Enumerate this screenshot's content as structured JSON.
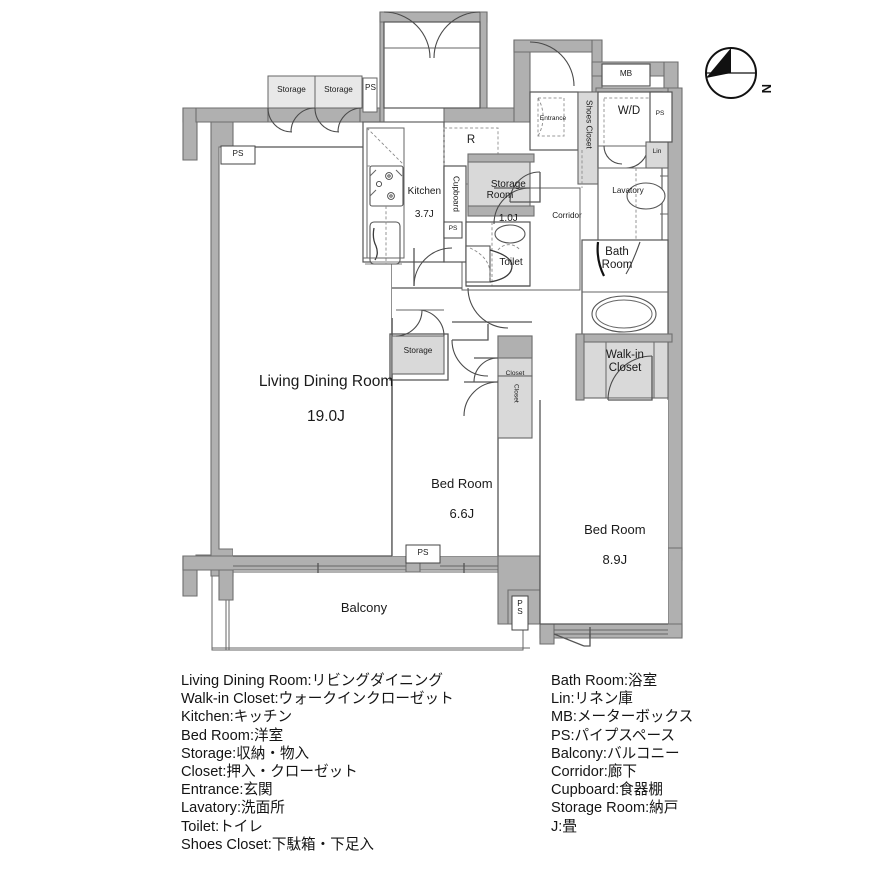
{
  "plan": {
    "title": "apartment-floor-plan",
    "compass": {
      "label": "N",
      "direction": "west-pointing-arrow"
    },
    "colors": {
      "wall_fill": "#b0b0b0",
      "wall_stroke": "#5a5a5a",
      "closet_fill": "#d9d9d9",
      "interior_fill": "#ffffff",
      "line": "#555555",
      "text": "#1a1a1a"
    },
    "rooms": [
      {
        "key": "living_dining",
        "name": "Living Dining Room",
        "area": "19.0J"
      },
      {
        "key": "kitchen",
        "name": "Kitchen",
        "area": "3.7J"
      },
      {
        "key": "bed_room_1",
        "name": "Bed Room",
        "area": "6.6J"
      },
      {
        "key": "bed_room_2",
        "name": "Bed Room",
        "area": "8.9J"
      },
      {
        "key": "storage_room",
        "name": "Storage\nRoom",
        "area": "1.0J"
      },
      {
        "key": "walk_in_closet",
        "name": "Walk-in\nCloset",
        "area": ""
      },
      {
        "key": "bath_room",
        "name": "Bath\nRoom",
        "area": ""
      },
      {
        "key": "lavatory",
        "name": "Lavatory",
        "area": ""
      },
      {
        "key": "toilet",
        "name": "Toilet",
        "area": ""
      },
      {
        "key": "corridor",
        "name": "Corridor",
        "area": ""
      },
      {
        "key": "entrance",
        "name": "Entrance",
        "area": ""
      },
      {
        "key": "balcony",
        "name": "Balcony",
        "area": ""
      }
    ],
    "fixture_labels": {
      "storage_top_left": "Storage",
      "storage_top_right": "Storage",
      "storage_ldr": "Storage",
      "closet_small": "Closet",
      "closet_tall": "Closet",
      "shoes_closet": "Shoes Closet",
      "cupboard": "Cupboard",
      "refrigerator": "R",
      "washer_dryer": "W/D",
      "linen": "Lin",
      "meter_box": "MB"
    },
    "ps_labels": {
      "ps_far_left": "PS",
      "ps_top_kitchen": "PS",
      "ps_toilet": "PS",
      "ps_right": "PS",
      "ps_balcony_mid": "PS",
      "ps_balcony_right": "P\nS"
    }
  },
  "legend": {
    "left": [
      "Living Dining Room:リビングダイニング",
      "Walk-in Closet:ウォークインクローゼット",
      "Kitchen:キッチン",
      "Bed Room:洋室",
      "Storage:収納・物入",
      "Closet:押入・クローゼット",
      "Entrance:玄関",
      "Lavatory:洗面所",
      "Toilet:トイレ",
      "Shoes Closet:下駄箱・下足入"
    ],
    "right": [
      "Bath Room:浴室",
      "Lin:リネン庫",
      "MB:メーターボックス",
      "PS:パイプスペース",
      "Balcony:バルコニー",
      "Corridor:廊下",
      "Cupboard:食器棚",
      "Storage Room:納戸",
      "J:畳"
    ]
  }
}
